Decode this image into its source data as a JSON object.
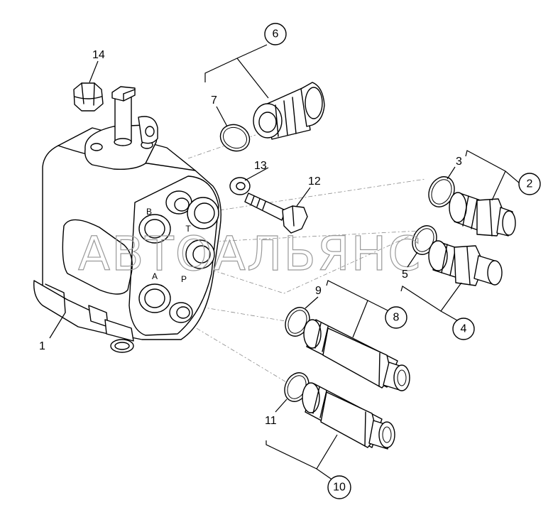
{
  "labels": {
    "n1": "1",
    "n2": "2",
    "n3": "3",
    "n4": "4",
    "n5": "5",
    "n6": "6",
    "n7": "7",
    "n8": "8",
    "n9": "9",
    "n10": "10",
    "n11": "11",
    "n12": "12",
    "n13": "13",
    "n14": "14"
  },
  "ports": {
    "a": "A",
    "b": "B",
    "p": "P",
    "t": "T"
  },
  "watermark": "АВТОАЛЬЯНС",
  "colors": {
    "line": "#000000",
    "background": "#ffffff",
    "watermark": "#9a9a9a",
    "centerline": "#8a8a8a"
  }
}
